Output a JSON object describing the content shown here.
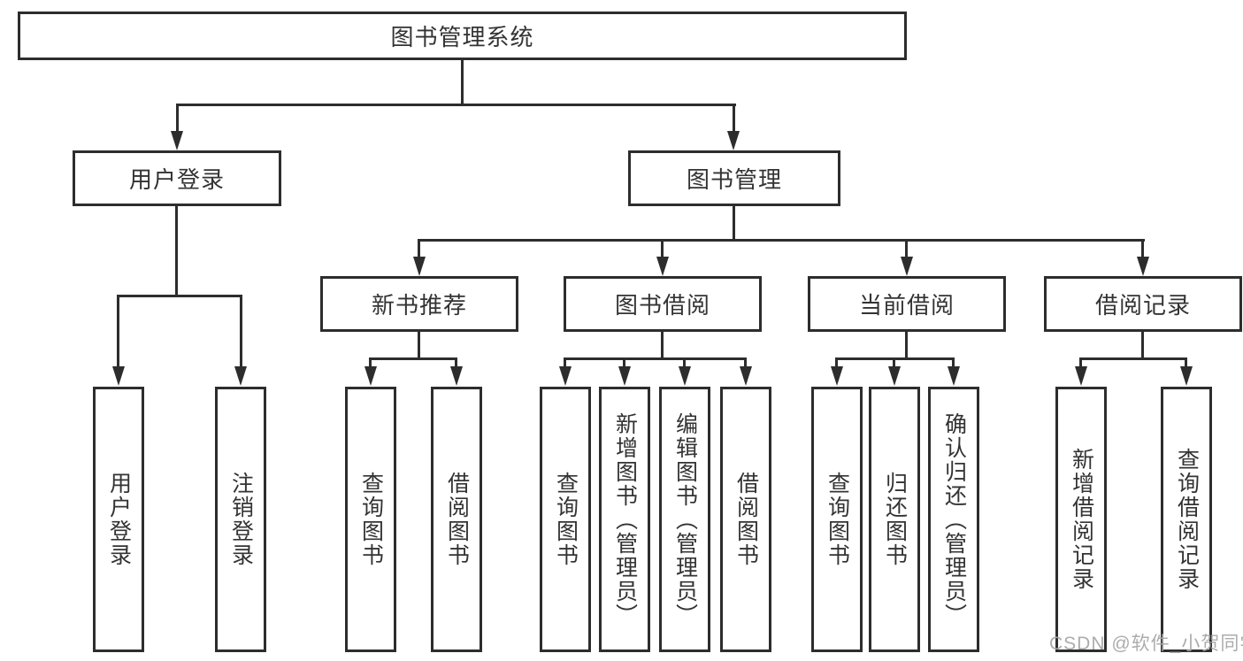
{
  "diagram": {
    "root": {
      "label": "图书管理系统"
    },
    "user_login": {
      "label": "用户登录",
      "children": [
        "用户登录",
        "注销登录"
      ]
    },
    "book_management": {
      "label": "图书管理",
      "sections": [
        {
          "label": "新书推荐",
          "children": [
            "查询图书",
            "借阅图书"
          ]
        },
        {
          "label": "图书借阅",
          "children": [
            "查询图书",
            "新增图书（管理员）",
            "编辑图书（管理员）",
            "借阅图书"
          ]
        },
        {
          "label": "当前借阅",
          "children": [
            "查询图书",
            "归还图书",
            "确认归还（管理员）"
          ]
        },
        {
          "label": "借阅记录",
          "children": [
            "新增借阅记录",
            "查询借阅记录"
          ]
        }
      ]
    }
  },
  "watermark": {
    "text": "CSDN @软件_小贺同学"
  },
  "colors": {
    "line": "#2d2d2d",
    "text": "#333333",
    "background": "#ffffff",
    "watermark": "#a8a8a8"
  }
}
